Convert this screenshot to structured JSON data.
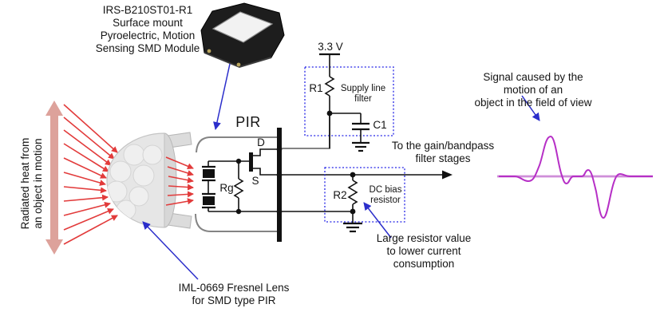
{
  "colors": {
    "wire": "#111111",
    "outline": "#848484",
    "box": "#2323e6",
    "note_arrow": "#2b2ecb",
    "heat": "#e23b3b",
    "beam": "#dda29b",
    "signal": "#b62fc6",
    "baseline": "#cf8ed9",
    "text": "#141414",
    "lens_body": "#e6e6e6",
    "lens_facet": "#efefef",
    "module_body": "#1d1d1d",
    "module_window": "#f2f2f2"
  },
  "module": {
    "caption": "IRS-B210ST01-R1\nSurface mount\nPyroelectric, Motion\nSensing SMD Module"
  },
  "pir": {
    "title": "PIR",
    "drain": "D",
    "source": "S",
    "gate_resistor": "Rg"
  },
  "supply": {
    "voltage": "3.3 V",
    "resistor": "R1",
    "capacitor": "C1",
    "note": "Supply line\nfilter"
  },
  "bias": {
    "resistor": "R2",
    "note": "DC bias\nresistor",
    "annotation": "Large resistor value\nto lower current\nconsumption"
  },
  "output": {
    "note": "To the gain/bandpass\nfilter stages"
  },
  "signal": {
    "annotation": "Signal caused by the motion of an\nobject in the field of view"
  },
  "lens": {
    "caption": "IML-0669 Fresnel Lens\nfor SMD type PIR"
  },
  "heat": {
    "label": "Radiated heat from\nan object in motion"
  }
}
